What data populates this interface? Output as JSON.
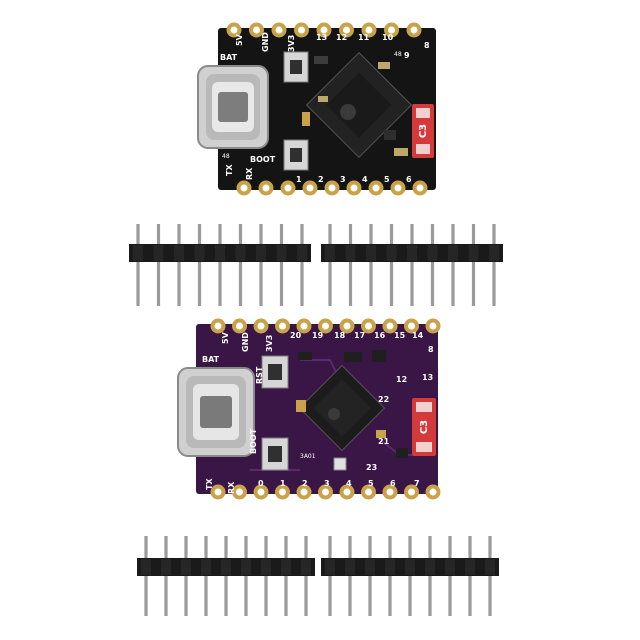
{
  "colors": {
    "background": "#ffffff",
    "board_black": "#141414",
    "board_purple": "#3a1646",
    "pad_gold": "#c9a24a",
    "chip": "#1c1c1c",
    "usb_metal": "#c8c8c8",
    "pin_black": "#1a1a1a",
    "pin_metal": "#9a9a9a",
    "c3_red": "#d43a3a"
  },
  "board_black": {
    "top_labels": [
      "5V",
      "GND",
      "3V3",
      "13",
      "12",
      "11",
      "10",
      "9",
      "8"
    ],
    "side_labels": [
      "BAT",
      "48",
      "BOOT",
      "TX",
      "RX"
    ],
    "bottom_labels": [
      "1",
      "2",
      "3",
      "4",
      "5",
      "6"
    ],
    "badge": "C3"
  },
  "board_purple": {
    "top_labels": [
      "5V",
      "GND",
      "3V3",
      "20",
      "19",
      "18",
      "17",
      "16",
      "15",
      "14",
      "8"
    ],
    "side_labels": [
      "BAT",
      "RST",
      "BOOT",
      "TX",
      "RX",
      "13",
      "12",
      "22",
      "21",
      "23"
    ],
    "bottom_labels": [
      "0",
      "1",
      "2",
      "3",
      "4",
      "5",
      "6",
      "7"
    ],
    "extra_labels": [
      "3A01"
    ],
    "badge": "C3"
  },
  "headers": {
    "upper_count": 9,
    "lower_count": 9
  }
}
